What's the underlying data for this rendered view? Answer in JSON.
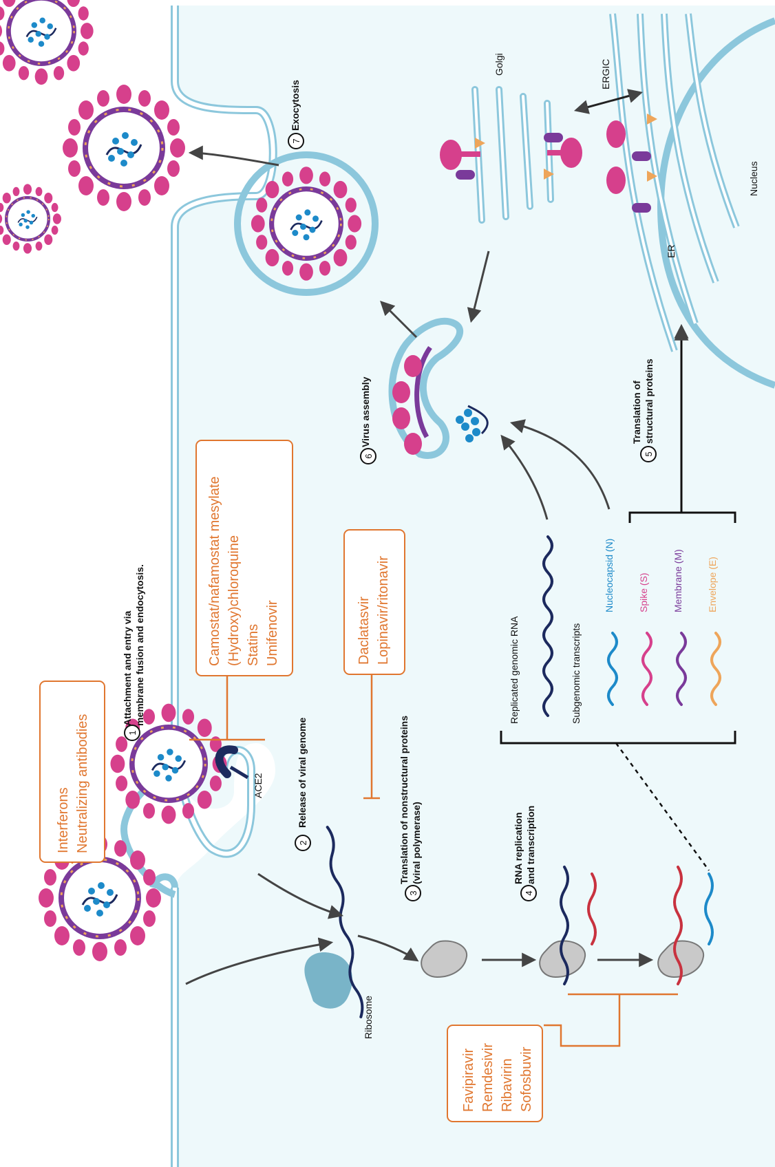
{
  "drug_boxes": {
    "entry_antibodies": [
      "Interferons",
      "Neutralizing antibodies"
    ],
    "entry_drugs": [
      "Camostat/nafamostat mesylate",
      "(Hydroxy)chloroquine",
      "Statins",
      "Umifenovir"
    ],
    "protease_drugs": [
      "Daclatasvir",
      "Lopinavir/ritonavir"
    ],
    "polymerase_drugs": [
      "Favipiravir",
      "Remdesivir",
      "Ribavirin",
      "Sofosbuvir"
    ]
  },
  "steps": {
    "s1_num": "1",
    "s1_line1": "Attachment and entry via",
    "s1_line2": "membrane fusion and endocytosis.",
    "s2_num": "2",
    "s2": "Release of viral genome",
    "s3_num": "3",
    "s3_line1": "Translation of nonstructural proteins",
    "s3_line2": "(viral polymerase)",
    "s4_num": "4",
    "s4_line1": "RNA replication",
    "s4_line2": "and transcription",
    "s5_num": "5",
    "s5_line1": "Translation of",
    "s5_line2": "structural proteins",
    "s6_num": "6",
    "s6": "Virus assembly",
    "s7_num": "7",
    "s7": "Exocytosis"
  },
  "labels": {
    "ace2": "ACE2",
    "ribosome": "Ribosome",
    "golgi": "Golgi",
    "ergic": "ERGIC",
    "er": "ER",
    "nucleus": "Nucleus"
  },
  "rna_legend": {
    "replicated": "Replicated genomic RNA",
    "subgenomic": "Subgenomic transcripts",
    "items": [
      {
        "label": "Nucleocapsid (N)",
        "color": "#1d8ac9"
      },
      {
        "label": "Spike (S)",
        "color": "#d6408c"
      },
      {
        "label": "Membrane (M)",
        "color": "#7a3a9a"
      },
      {
        "label": "Envelope (E)",
        "color": "#eea55a"
      }
    ]
  },
  "colors": {
    "cell": "#eef9fb",
    "membrane": "#8cc7dc",
    "drug_orange": "#e0762f",
    "spike": "#d6408c",
    "envelope_purple": "#7a3a9a",
    "genome_navy": "#1c2a5e",
    "rna_red": "#c8323f",
    "rna_blue": "#1d8ac9",
    "nucleocapsid": "#1d8ac9",
    "ribosome": "#79b4c8",
    "polymerase": "#c9c9c9",
    "arrow": "#444444"
  }
}
